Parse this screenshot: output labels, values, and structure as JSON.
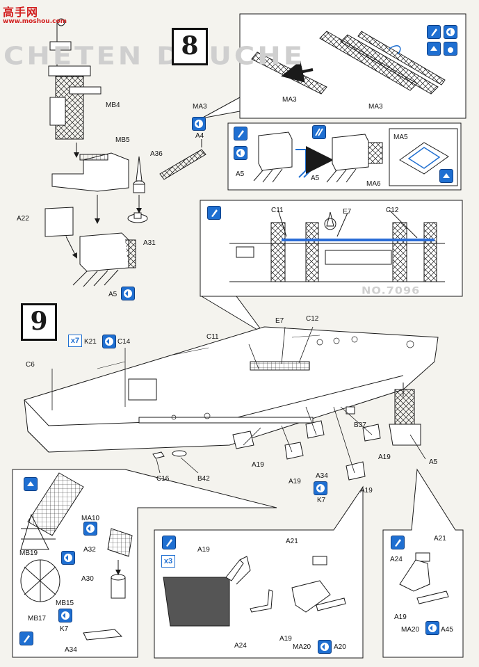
{
  "watermark": {
    "cn": "高手网",
    "url": "www.moshou.com"
  },
  "steps": {
    "step8": "8",
    "step9": "9"
  },
  "background_text": {
    "top": "CHETEN DOUCHE",
    "mid": "NO.7096"
  },
  "labels": {
    "MB4": "MB4",
    "MB5": "MB5",
    "A22": "A22",
    "A5_left": "A5",
    "A36": "A36",
    "MA3_top": "MA3",
    "A4": "A4",
    "A31": "A31",
    "MA3_a": "MA3",
    "MA3_b": "MA3",
    "A5_p1": "A5",
    "A5_p2": "A5",
    "MA6": "MA6",
    "MA5": "MA5",
    "C11_inset": "C11",
    "E7_inset": "E7",
    "C12_inset": "C12",
    "x7": "x7",
    "K21": "K21",
    "C14": "C14",
    "C6": "C6",
    "C11": "C11",
    "E7": "E7",
    "C12": "C12",
    "B37": "B37",
    "A19_a": "A19",
    "A19_b": "A19",
    "A19_c": "A19",
    "A19_d": "A19",
    "A34_k": "A34",
    "K7_mid": "K7",
    "A5_ship": "A5",
    "C16": "C16",
    "B42": "B42",
    "MA10": "MA10",
    "A32": "A32",
    "MB19": "MB19",
    "A30": "A30",
    "MB15": "MB15",
    "K7_low": "K7",
    "MB17": "MB17",
    "A34_low": "A34",
    "x3": "x3",
    "A19_mid": "A19",
    "A21_mid": "A21",
    "A24_mid": "A24",
    "A19_mid2": "A19",
    "MA20_mid": "MA20",
    "A20": "A20",
    "A21_r": "A21",
    "A24_r": "A24",
    "A19_r": "A19",
    "MA20_r": "MA20",
    "A45": "A45"
  },
  "colors": {
    "badge_blue": "#1f6fd1",
    "line": "#1a1a1a",
    "highlight": "#2a6cd6",
    "paper": "#f4f3ee"
  },
  "icons": [
    "glue-icon",
    "paint-icon",
    "flip-icon",
    "rotate-icon",
    "drop-icon",
    "decal-icon"
  ]
}
